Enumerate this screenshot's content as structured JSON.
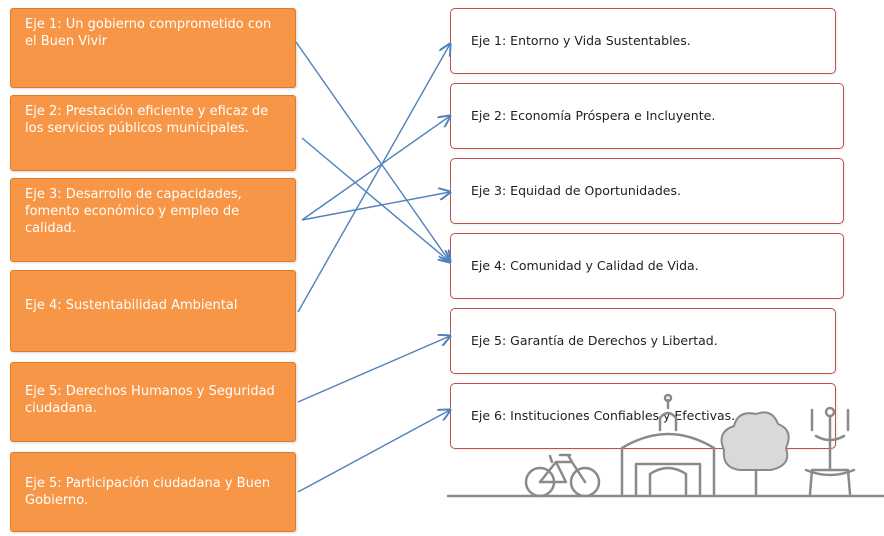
{
  "municipal_axes": [
    "Eje  1: Un gobierno comprometido con  el  Buen Vivir",
    "Eje  2: Prestación  eficiente  y eficaz de los servicios públicos municipales.",
    "Eje  3: Desarrollo de capacidades,  fomento económico y empleo  de calidad.",
    "Eje  4: Sustentabilidad Ambiental",
    "Eje  5: Derechos  Humanos y Seguridad  ciudadana.",
    "Eje  5: Participación ciudadana y Buen  Gobierno."
  ],
  "plan_axes": [
    "Eje  1: Entorno y Vida Sustentables.",
    "Eje  2: Economía Próspera e Incluyente.",
    "Eje  3: Equidad de Oportunidades.",
    "Eje  4: Comunidad  y Calidad de Vida.",
    "Eje  5: Garantía  de Derechos y Libertad.",
    "Eje  6: Instituciones Confiables  y  Efectivas."
  ],
  "links": [
    {
      "from": 0,
      "to": 3
    },
    {
      "from": 1,
      "to": 3
    },
    {
      "from": 2,
      "to": 1
    },
    {
      "from": 2,
      "to": 2
    },
    {
      "from": 3,
      "to": 0
    },
    {
      "from": 4,
      "to": 4
    },
    {
      "from": 5,
      "to": 5
    }
  ],
  "colors": {
    "left_box_fill": "#f79646",
    "right_box_border": "#c0504d",
    "arrow": "#4f81bd",
    "illustration": "#8a8a8a"
  },
  "icons": [
    "bicycle-icon",
    "kiosk-building-icon",
    "tree-icon",
    "fountain-icon"
  ]
}
